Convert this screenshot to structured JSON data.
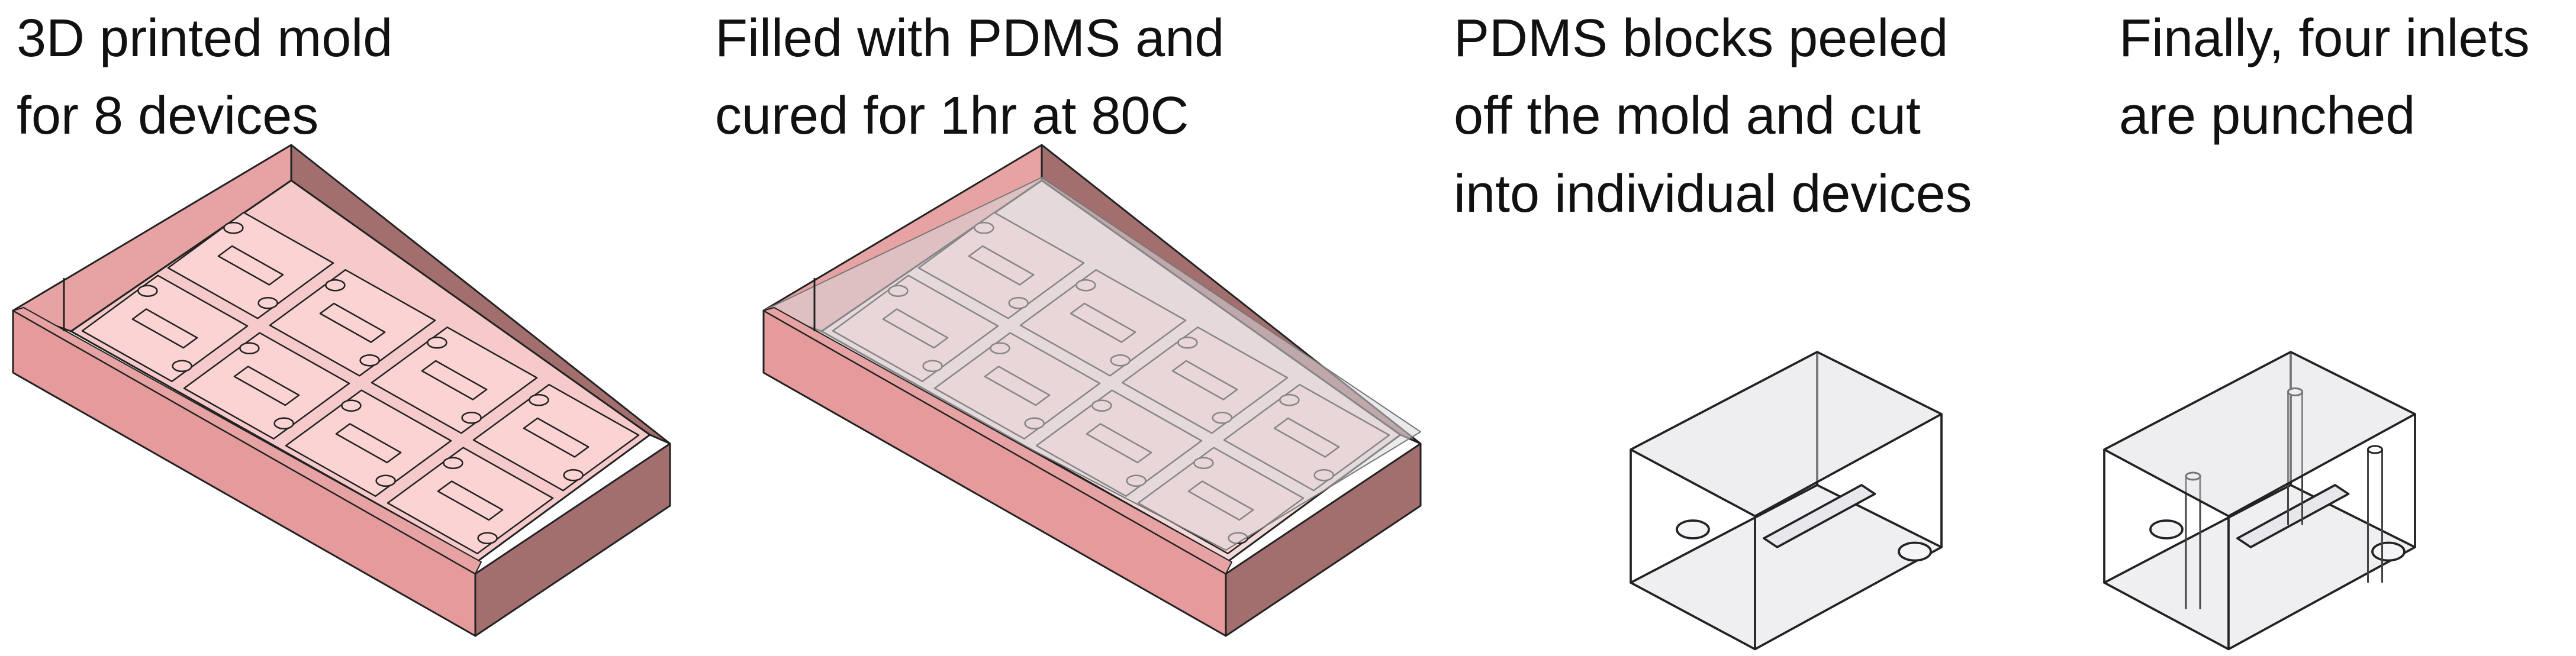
{
  "steps": [
    {
      "lines": [
        "3D printed mold",
        "for 8 devices"
      ]
    },
    {
      "lines": [
        "Filled with PDMS and",
        "cured for 1hr at 80C"
      ]
    },
    {
      "lines": [
        "PDMS blocks peeled",
        "off the mold and cut",
        "into individual devices"
      ]
    },
    {
      "lines": [
        "Finally, four inlets",
        "are punched"
      ]
    }
  ],
  "colors": {
    "mold_top": "#e7a3a3",
    "mold_front": "#e59b9b",
    "mold_side": "#a36e6e",
    "mold_floor": "#f6caca",
    "pad": "#fbd3d3",
    "pdms_fill": "#d9d9dd",
    "edge": "#222222"
  }
}
